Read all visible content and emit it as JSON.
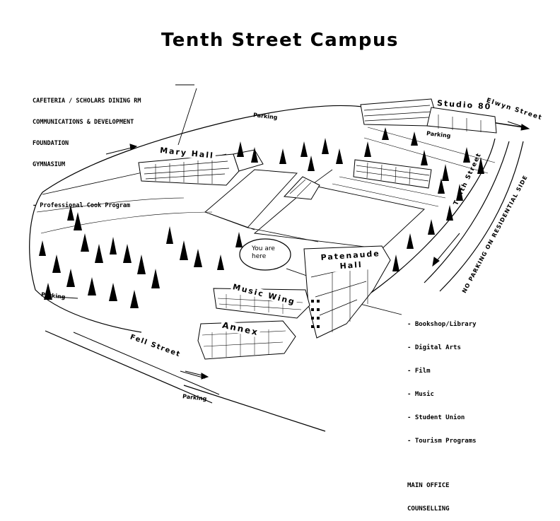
{
  "title": "Tenth Street Campus",
  "mary_hall_box": {
    "lines": [
      "CAFETERIA / SCHOLARS DINING RM",
      "COMMUNICATIONS & DEVELOPMENT",
      "FOUNDATION",
      "GYMNASIUM"
    ],
    "program": "- Professional Cook Program"
  },
  "patenaude_box": {
    "items": [
      "- Bookshop/Library",
      "- Digital Arts",
      "- Film",
      "- Music",
      "- Student Union",
      "- Tourism Programs"
    ],
    "offices": [
      "MAIN OFFICE",
      "COUNSELLING"
    ]
  },
  "you_are_here": [
    "You are",
    "here"
  ],
  "buildings": {
    "mary_hall": "Mary Hall",
    "studio_80": "Studio 80",
    "patenaude_hall": [
      "Patenaude",
      "Hall"
    ],
    "music_wing": "Music Wing",
    "annex": "Annex"
  },
  "streets": {
    "elwyn": "Elwyn Street",
    "tenth": "Tenth Street",
    "fell": "Fell Street"
  },
  "no_parking": "NO PARKING ON RESIDENTIAL SIDE",
  "parking": [
    "Parking",
    "Parking",
    "Parking",
    "Parking"
  ]
}
